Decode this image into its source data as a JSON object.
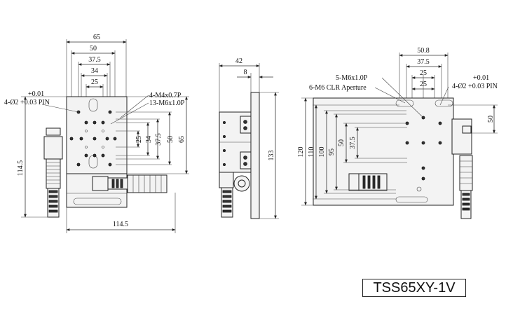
{
  "model": "TSS65XY-1V",
  "front_view": {
    "dims_top": [
      "65",
      "50",
      "37.5",
      "34",
      "25"
    ],
    "dims_right": [
      "25",
      "34",
      "37.5",
      "50",
      "65"
    ],
    "dim_height": "114.5",
    "dim_width": "114.5",
    "note_m4": "4-M4x0.7P",
    "note_m6": "13-M6x1.0P",
    "pin_tol": "+0.01",
    "pin_label": "4-Ø2 +0.03 PIN"
  },
  "side_view": {
    "dim_depth": "42",
    "dim_plate": "8",
    "dim_height": "133"
  },
  "back_view": {
    "dims_top": [
      "50.8",
      "37.5",
      "25",
      "25"
    ],
    "note_m6": "5-M6x1.0P",
    "note_clr": "6-M6 CLR Aperture",
    "pin_tol": "+0.01",
    "pin_label": "4-Ø2 +0.03 PIN",
    "dim_right": "50",
    "dims_left": [
      "120",
      "110",
      "100",
      "95",
      "50",
      "37.5"
    ]
  }
}
